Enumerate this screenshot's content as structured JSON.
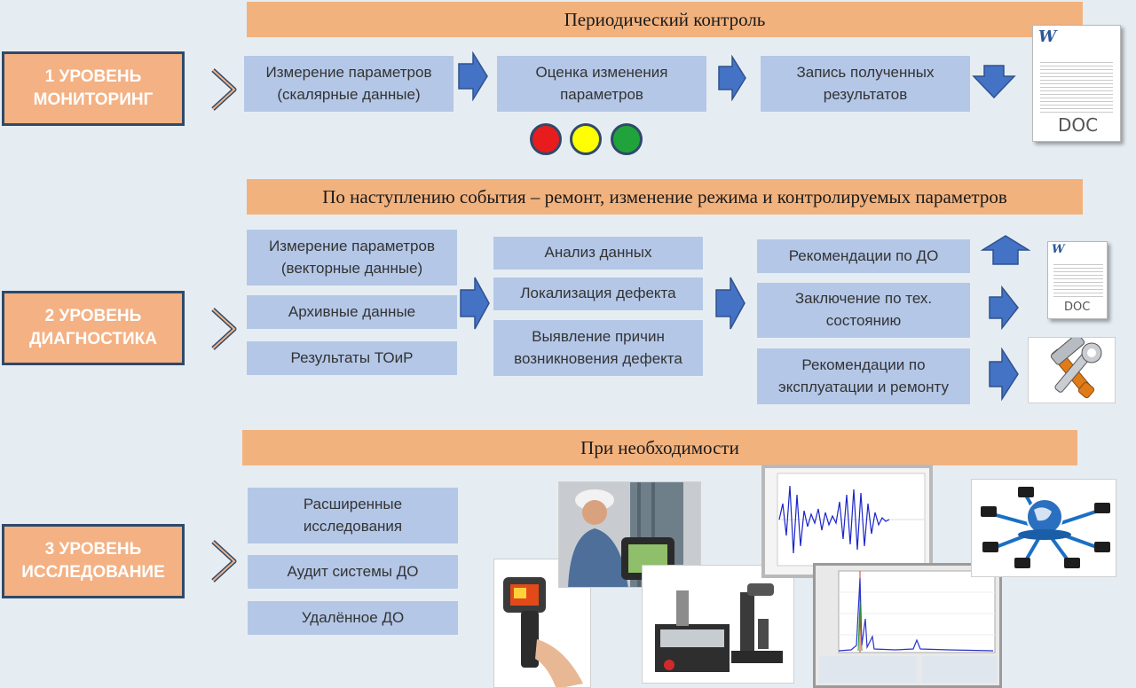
{
  "banners": {
    "periodic": "Периодический контроль",
    "event": "По наступлению события – ремонт, изменение режима и контролируемых параметров",
    "necessity": "При  необходимости"
  },
  "levels": {
    "l1_line1": "1 УРОВЕНЬ",
    "l1_line2": "МОНИТОРИНГ",
    "l2_line1": "2 УРОВЕНЬ",
    "l2_line2": "ДИАГНОСТИКА",
    "l3_line1": "3 УРОВЕНЬ",
    "l3_line2": "ИССЛЕДОВАНИЕ"
  },
  "row1": {
    "measure_l1": "Измерение параметров",
    "measure_l2": "(скалярные данные)",
    "assess_l1": "Оценка изменения",
    "assess_l2": "параметров",
    "record_l1": "Запись полученных",
    "record_l2": "результатов"
  },
  "row2": {
    "measure_l1": "Измерение параметров",
    "measure_l2": "(векторные данные)",
    "archive": "Архивные данные",
    "toir": "Результаты ТОиР",
    "analysis": "Анализ данных",
    "localization": "Локализация дефекта",
    "causes_l1": "Выявление причин",
    "causes_l2": "возникновения дефекта",
    "rec_do": "Рекомендации по ДО",
    "conclusion_l1": "Заключение по тех.",
    "conclusion_l2": "состоянию",
    "rec_ops_l1": "Рекомендации по",
    "rec_ops_l2": "эксплуатации и ремонту"
  },
  "row3": {
    "extended_l1": "Расширенные",
    "extended_l2": "исследования",
    "audit": "Аудит системы ДО",
    "remote": "Удалённое ДО"
  },
  "doc_label": "DOC",
  "doc_letter": "W",
  "colors": {
    "red": "#e81c1c",
    "yellow": "#ffff00",
    "green": "#1fa33a",
    "banner": "#f2b27e",
    "box": "#b4c7e7",
    "arrow": "#4472c4"
  },
  "icons": [
    "word-doc-icon",
    "tools-icon",
    "network-globe-icon",
    "thermal-camera-photo",
    "engineer-tablet-photo",
    "microscope-lab-photo",
    "waveform-plot-image",
    "spectrum-plot-image"
  ]
}
